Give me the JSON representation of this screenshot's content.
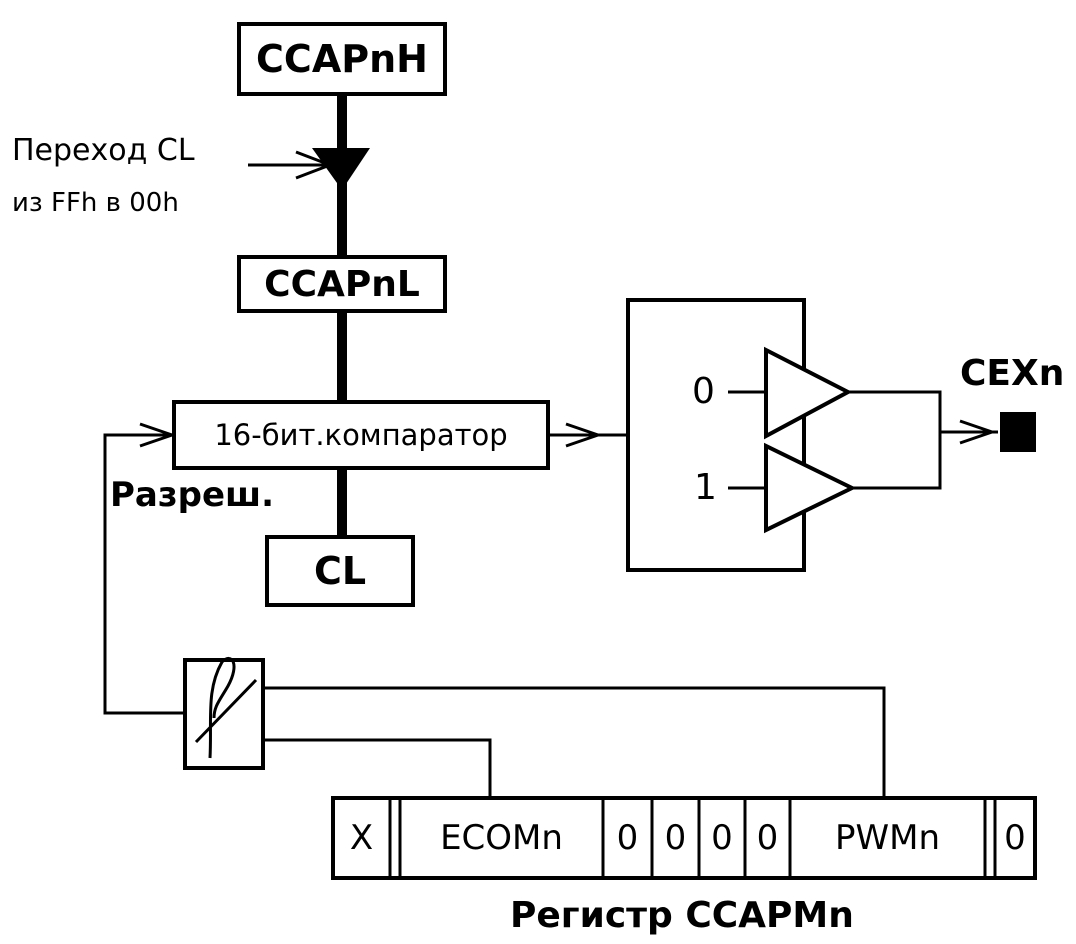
{
  "blocks": {
    "ccapnh": "CCAPnH",
    "ccapnl": "CCAPnL",
    "comparator": "16-бит.компаратор",
    "cl": "CL"
  },
  "labels": {
    "transition_line1": "Переход CL",
    "transition_line2": "из FFh в 00h",
    "enable": "Разреш.",
    "output_pin": "CEXn",
    "mux_input_0": "0",
    "mux_input_1": "1"
  },
  "register": {
    "title": "Регистр CCAPMn",
    "bits": [
      "X",
      "ECOMn",
      "0",
      "0",
      "0",
      "0",
      "PWMn",
      "0"
    ]
  },
  "colors": {
    "ink": "#000000",
    "background": "#ffffff"
  }
}
